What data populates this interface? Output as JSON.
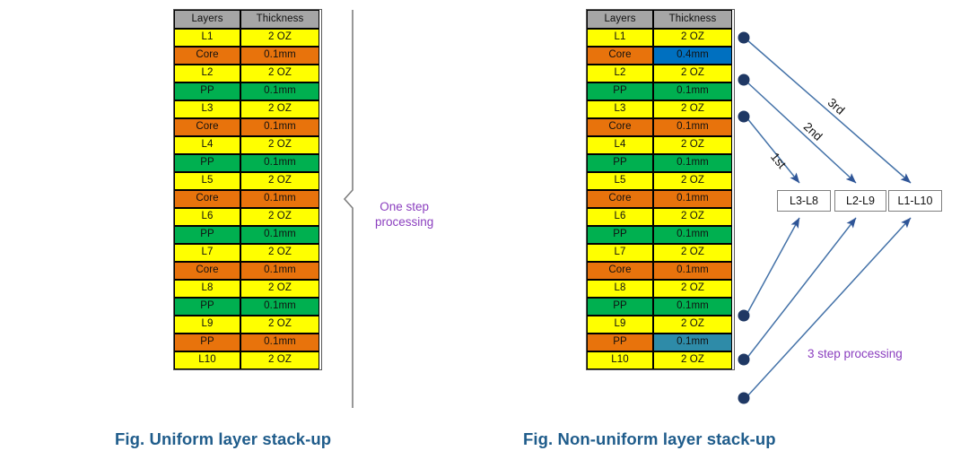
{
  "figure": {
    "left": {
      "caption": "Fig. Uniform layer stack-up",
      "annotation_line1": "One step",
      "annotation_line2": "processing",
      "table": {
        "headers": [
          "Layers",
          "Thickness"
        ],
        "rows": [
          {
            "layer": "L1",
            "thickness": "2 OZ",
            "layer_color": "yellow",
            "thickness_color": "yellow"
          },
          {
            "layer": "Core",
            "thickness": "0.1mm",
            "layer_color": "orange",
            "thickness_color": "orange"
          },
          {
            "layer": "L2",
            "thickness": "2 OZ",
            "layer_color": "yellow",
            "thickness_color": "yellow"
          },
          {
            "layer": "PP",
            "thickness": "0.1mm",
            "layer_color": "green",
            "thickness_color": "green"
          },
          {
            "layer": "L3",
            "thickness": "2 OZ",
            "layer_color": "yellow",
            "thickness_color": "yellow"
          },
          {
            "layer": "Core",
            "thickness": "0.1mm",
            "layer_color": "orange",
            "thickness_color": "orange"
          },
          {
            "layer": "L4",
            "thickness": "2 OZ",
            "layer_color": "yellow",
            "thickness_color": "yellow"
          },
          {
            "layer": "PP",
            "thickness": "0.1mm",
            "layer_color": "green",
            "thickness_color": "green"
          },
          {
            "layer": "L5",
            "thickness": "2 OZ",
            "layer_color": "yellow",
            "thickness_color": "yellow"
          },
          {
            "layer": "Core",
            "thickness": "0.1mm",
            "layer_color": "orange",
            "thickness_color": "orange"
          },
          {
            "layer": "L6",
            "thickness": "2 OZ",
            "layer_color": "yellow",
            "thickness_color": "yellow"
          },
          {
            "layer": "PP",
            "thickness": "0.1mm",
            "layer_color": "green",
            "thickness_color": "green"
          },
          {
            "layer": "L7",
            "thickness": "2 OZ",
            "layer_color": "yellow",
            "thickness_color": "yellow"
          },
          {
            "layer": "Core",
            "thickness": "0.1mm",
            "layer_color": "orange",
            "thickness_color": "orange"
          },
          {
            "layer": "L8",
            "thickness": "2 OZ",
            "layer_color": "yellow",
            "thickness_color": "yellow"
          },
          {
            "layer": "PP",
            "thickness": "0.1mm",
            "layer_color": "green",
            "thickness_color": "green"
          },
          {
            "layer": "L9",
            "thickness": "2 OZ",
            "layer_color": "yellow",
            "thickness_color": "yellow"
          },
          {
            "layer": "PP",
            "thickness": "0.1mm",
            "layer_color": "orange",
            "thickness_color": "orange"
          },
          {
            "layer": "L10",
            "thickness": "2 OZ",
            "layer_color": "yellow",
            "thickness_color": "yellow"
          }
        ]
      }
    },
    "right": {
      "caption": "Fig. Non-uniform layer stack-up",
      "annotation": "3 step processing",
      "table": {
        "headers": [
          "Layers",
          "Thickness"
        ],
        "rows": [
          {
            "layer": "L1",
            "thickness": "2 OZ",
            "layer_color": "yellow",
            "thickness_color": "yellow"
          },
          {
            "layer": "Core",
            "thickness": "0.4mm",
            "layer_color": "orange",
            "thickness_color": "blue"
          },
          {
            "layer": "L2",
            "thickness": "2 OZ",
            "layer_color": "yellow",
            "thickness_color": "yellow"
          },
          {
            "layer": "PP",
            "thickness": "0.1mm",
            "layer_color": "green",
            "thickness_color": "green"
          },
          {
            "layer": "L3",
            "thickness": "2 OZ",
            "layer_color": "yellow",
            "thickness_color": "yellow"
          },
          {
            "layer": "Core",
            "thickness": "0.1mm",
            "layer_color": "orange",
            "thickness_color": "orange"
          },
          {
            "layer": "L4",
            "thickness": "2 OZ",
            "layer_color": "yellow",
            "thickness_color": "yellow"
          },
          {
            "layer": "PP",
            "thickness": "0.1mm",
            "layer_color": "green",
            "thickness_color": "green"
          },
          {
            "layer": "L5",
            "thickness": "2 OZ",
            "layer_color": "yellow",
            "thickness_color": "yellow"
          },
          {
            "layer": "Core",
            "thickness": "0.1mm",
            "layer_color": "orange",
            "thickness_color": "orange"
          },
          {
            "layer": "L6",
            "thickness": "2 OZ",
            "layer_color": "yellow",
            "thickness_color": "yellow"
          },
          {
            "layer": "PP",
            "thickness": "0.1mm",
            "layer_color": "green",
            "thickness_color": "green"
          },
          {
            "layer": "L7",
            "thickness": "2 OZ",
            "layer_color": "yellow",
            "thickness_color": "yellow"
          },
          {
            "layer": "Core",
            "thickness": "0.1mm",
            "layer_color": "orange",
            "thickness_color": "orange"
          },
          {
            "layer": "L8",
            "thickness": "2 OZ",
            "layer_color": "yellow",
            "thickness_color": "yellow"
          },
          {
            "layer": "PP",
            "thickness": "0.1mm",
            "layer_color": "green",
            "thickness_color": "green"
          },
          {
            "layer": "L9",
            "thickness": "2 OZ",
            "layer_color": "yellow",
            "thickness_color": "yellow"
          },
          {
            "layer": "PP",
            "thickness": "0.1mm",
            "layer_color": "orange",
            "thickness_color": "teal"
          },
          {
            "layer": "L10",
            "thickness": "2 OZ",
            "layer_color": "yellow",
            "thickness_color": "yellow"
          }
        ]
      },
      "step_labels": [
        "1st",
        "2nd",
        "3rd"
      ],
      "result_boxes": [
        "L3-L8",
        "L2-L9",
        "L1-L10"
      ]
    }
  },
  "colors": {
    "yellow": "#FFFF00",
    "orange": "#E8730C",
    "green": "#00B050",
    "blue": "#0070C0",
    "teal": "#2E8BA8",
    "header_grey": "#a6a6a6",
    "arrow_blue": "#4472A8",
    "dot_navy": "#1F3864",
    "caption_blue": "#1F5C8B",
    "annotation_purple": "#8B3FBF"
  }
}
